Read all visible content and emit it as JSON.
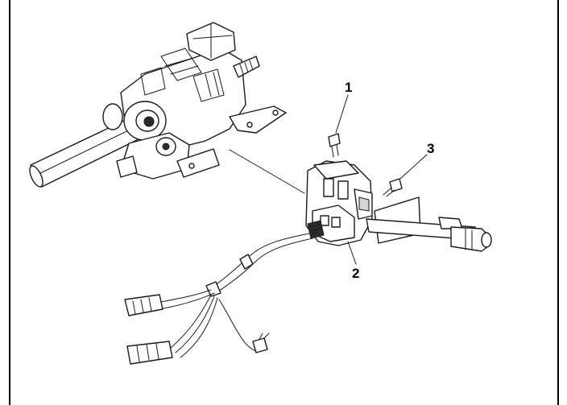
{
  "callouts": [
    {
      "id": "1",
      "label": "1"
    },
    {
      "id": "2",
      "label": "2"
    },
    {
      "id": "3",
      "label": "3"
    }
  ],
  "colors": {
    "ink": "#1a1a1a",
    "background": "#ffffff"
  }
}
